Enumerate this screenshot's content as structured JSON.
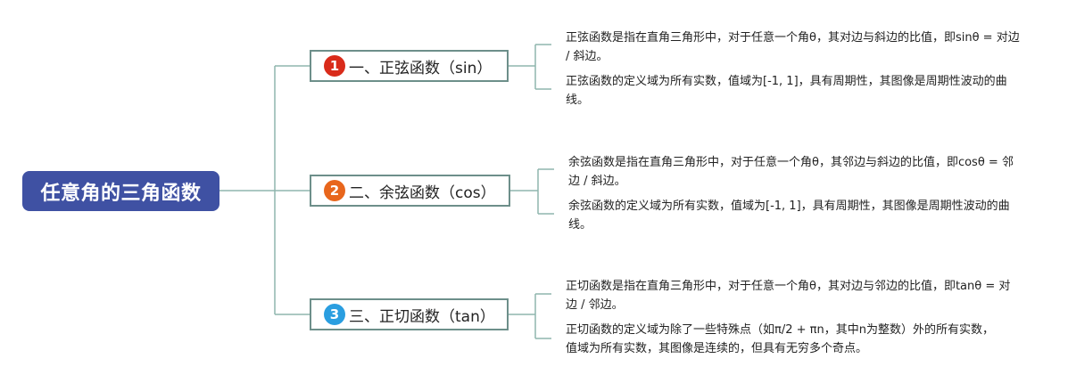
{
  "root": {
    "title": "任意角的三角函数"
  },
  "branches": [
    {
      "number": "1",
      "color": "#d92b1a",
      "label": "一、正弦函数（sin）",
      "details": [
        "正弦函数是指在直角三角形中，对于任意一个角θ，其对边与斜边的比值，即sinθ = 对边 / 斜边。",
        "正弦函数的定义域为所有实数，值域为[-1, 1]，具有周期性，其图像是周期性波动的曲线。"
      ]
    },
    {
      "number": "2",
      "color": "#e8661c",
      "label": "二、余弦函数（cos）",
      "details": [
        "余弦函数是指在直角三角形中，对于任意一个角θ，其邻边与斜边的比值，即cosθ = 邻边 / 斜边。",
        "余弦函数的定义域为所有实数，值域为[-1, 1]，具有周期性，其图像是周期性波动的曲线。"
      ]
    },
    {
      "number": "3",
      "color": "#2a9ee0",
      "label": "三、正切函数（tan）",
      "details": [
        "正切函数是指在直角三角形中，对于任意一个角θ，其对边与邻边的比值，即tanθ = 对边 / 邻边。",
        "正切函数的定义域为除了一些特殊点（如π/2 + πn，其中n为整数）外的所有实数，值域为所有实数，其图像是连续的，但具有无穷多个奇点。"
      ]
    }
  ],
  "colors": {
    "root_background": "#3f51a3",
    "connector": "#8fb5ad",
    "branch_border": "#6d8f8a"
  }
}
